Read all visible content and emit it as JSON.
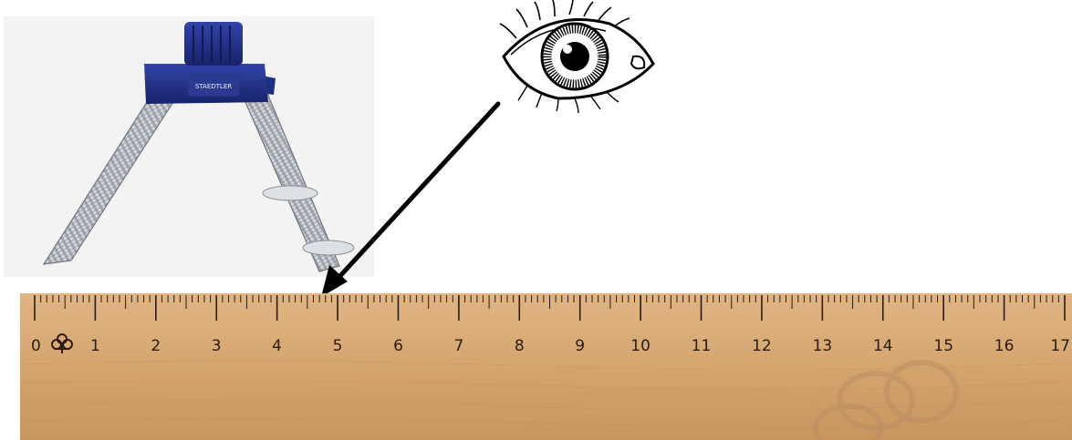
{
  "compass": {
    "brand": "STAEDTLER",
    "colors": {
      "head": "#1f2f7f",
      "arm": "#c9ced6"
    }
  },
  "eye": {
    "icon": "eye-icon"
  },
  "arrow": {
    "icon": "arrow-icon",
    "color": "#000000"
  },
  "ruler": {
    "color": "#d6a774",
    "tick_labels": [
      "0",
      "1",
      "2",
      "3",
      "4",
      "5",
      "6",
      "7",
      "8",
      "9",
      "10",
      "11",
      "12",
      "13",
      "14",
      "15",
      "16",
      "17"
    ],
    "unit_count": 17,
    "logo_icon": "clover-icon"
  }
}
